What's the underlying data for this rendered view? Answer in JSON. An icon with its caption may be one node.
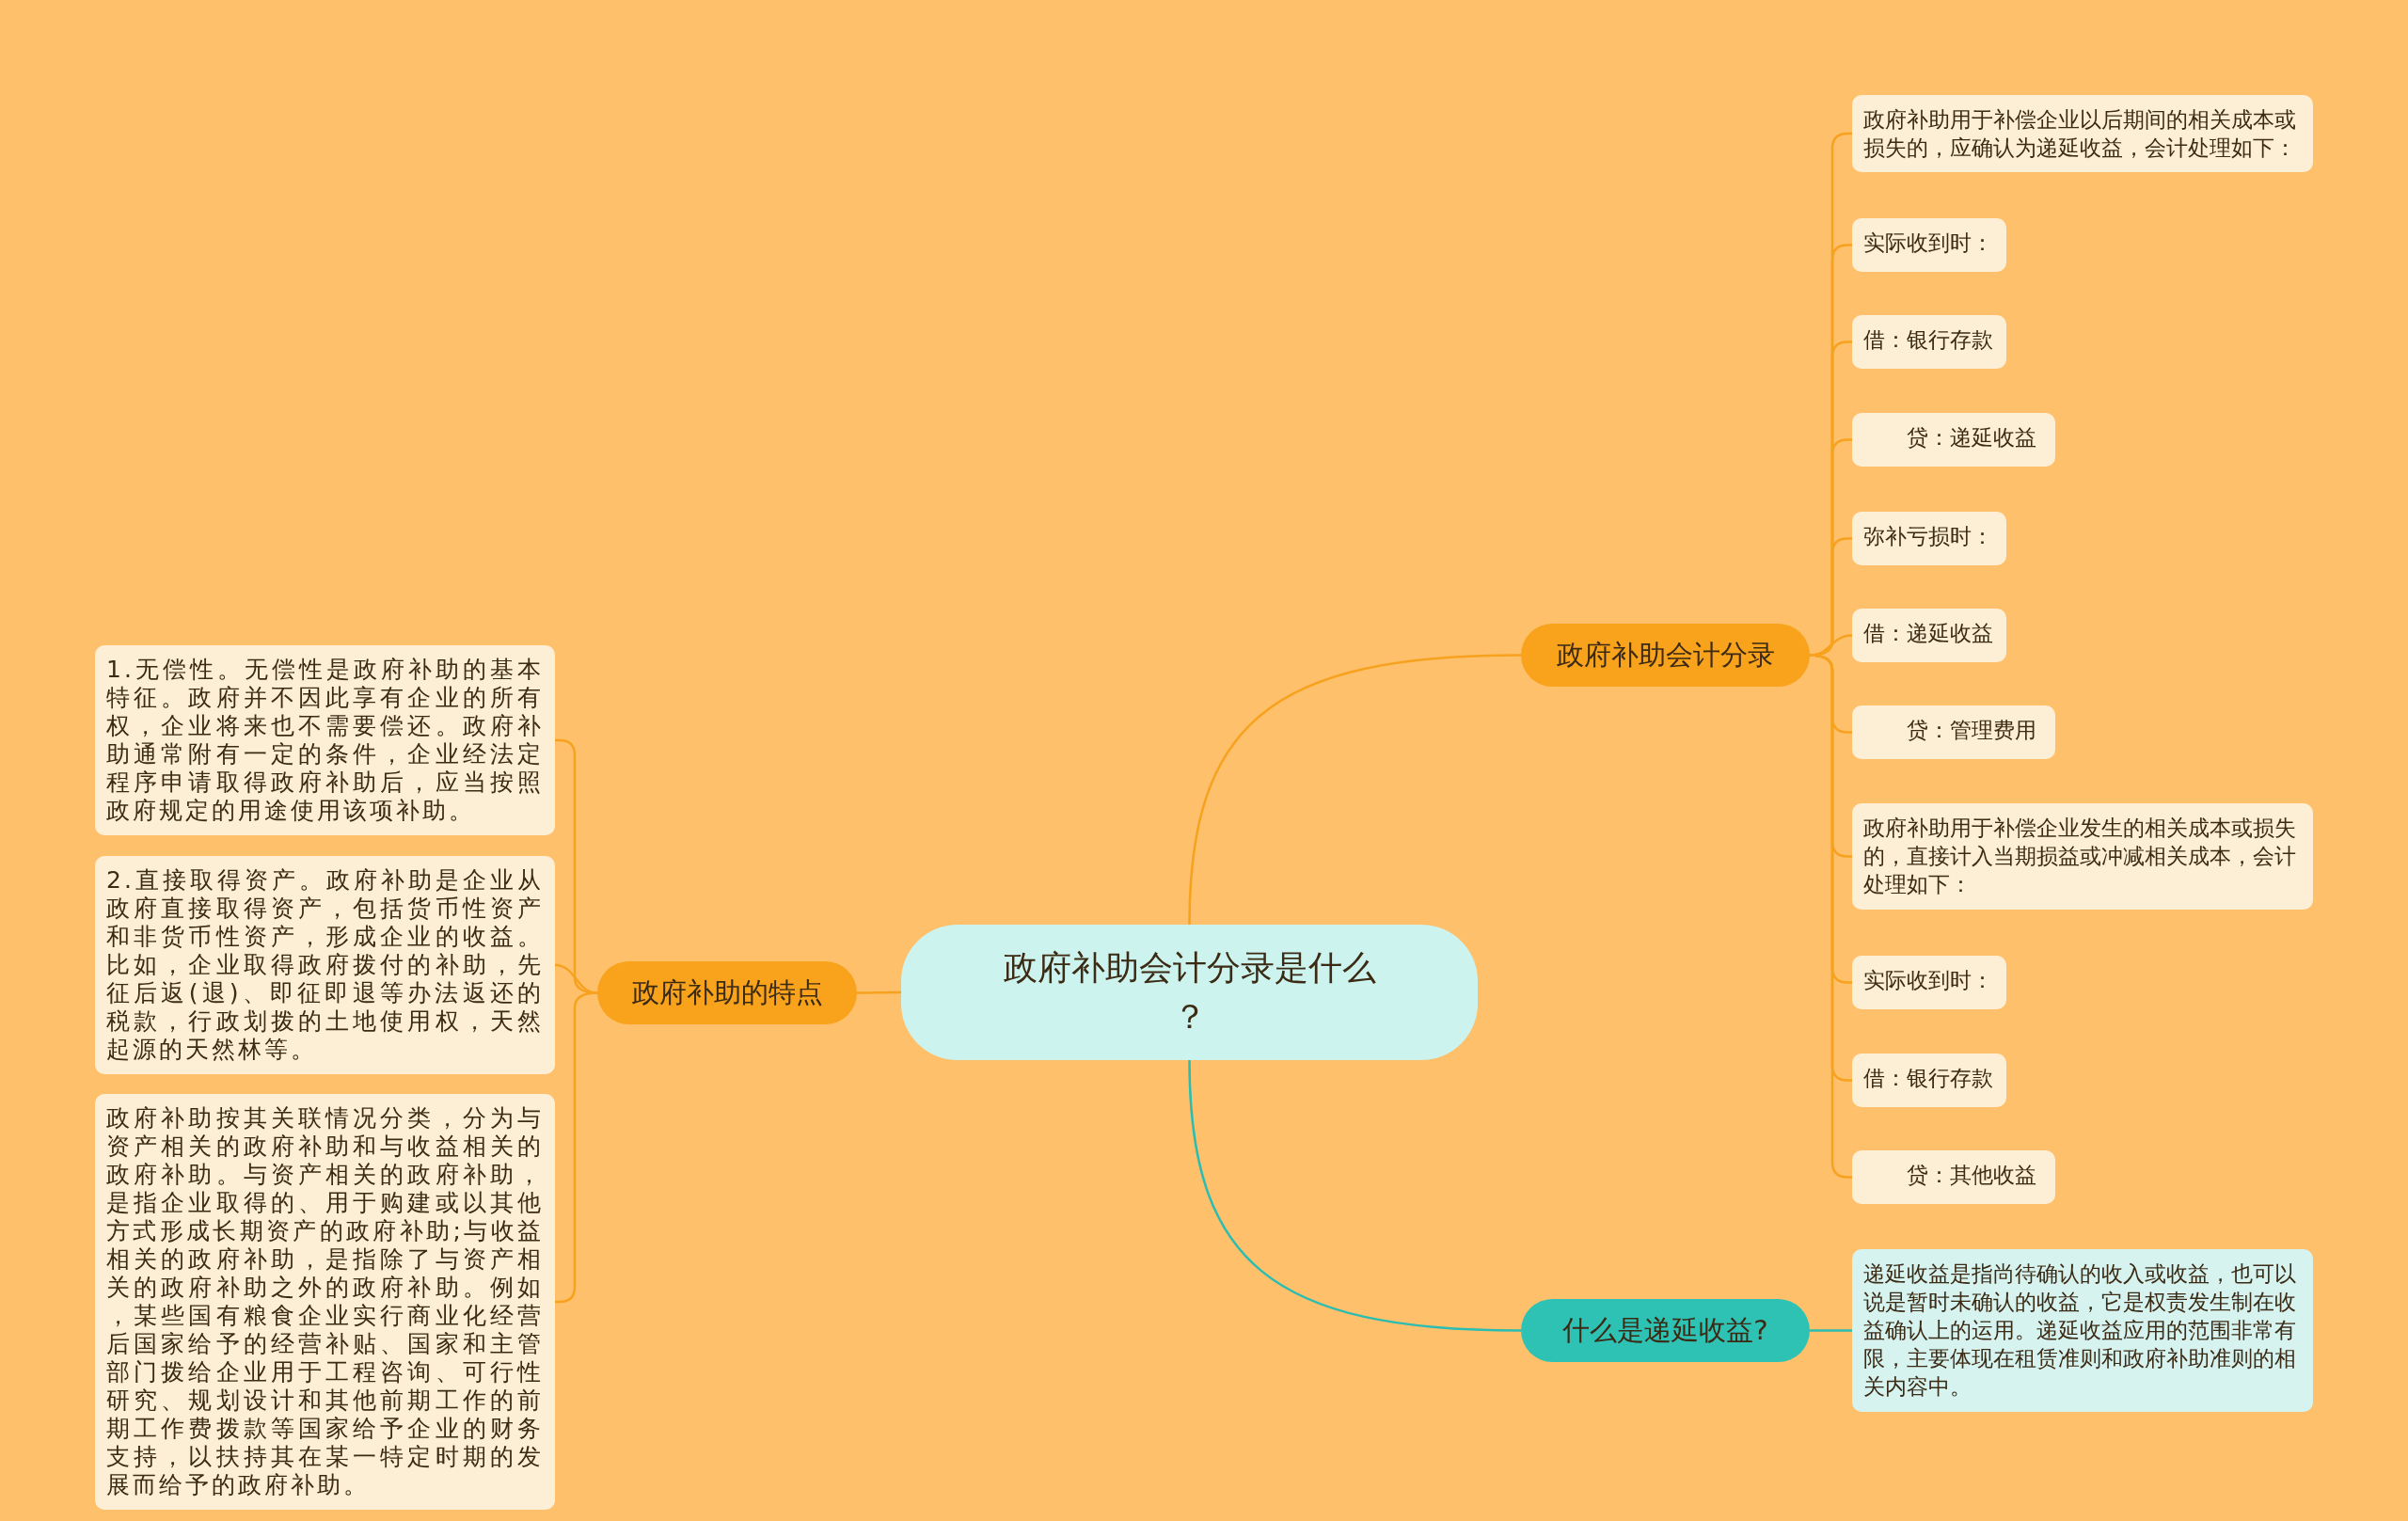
{
  "diagram": {
    "nodes": [
      {
        "text": [
          "政府补助会计分录是什么？"
        ]
      },
      {
        "text": [
          "政府补助会计分录"
        ]
      },
      {
        "text": [
          "政府补助用于补偿企业以后期间的相关成本或损失的，应确认为递延收益，会计处理如下："
        ]
      },
      {
        "text": [
          "实际收到时："
        ]
      },
      {
        "text": [
          "借：银行存款"
        ]
      },
      {
        "text": [
          "贷：递延收益"
        ]
      },
      {
        "text": [
          "弥补亏损时："
        ]
      },
      {
        "text": [
          "借：递延收益"
        ]
      },
      {
        "text": [
          "贷：管理费用"
        ]
      },
      {
        "text": [
          "政府补助用于补偿企业发生的相关成本或损失的，直接计入当期损益或冲减相关成本，会计处理如下："
        ]
      },
      {
        "text": [
          "实际收到时："
        ]
      },
      {
        "text": [
          "借：银行存款"
        ]
      },
      {
        "text": [
          "贷：其他收益"
        ]
      },
      {
        "text": [
          "政府补助的特点"
        ]
      },
      {
        "text": [
          "1.无偿性。无偿性是政府补助的基本特征。政府并不因此享有企业的所有权，企业将来也不需要偿还。政府补助通常附有一定的条件，企业经法定程序申请取得政府补助后，应当按照政府规定的用途使用该项补助。"
        ]
      },
      {
        "text": [
          "2.直接取得资产。政府补助是企业从政府直接取得资产，包括货币性资产和非货币性资产，形成企业的收益。比如，企业取得政府拨付的补助，先征后返(退)、即征即退等办法返还的税款，行政划拨的土地使用权，天然起源的天然林等。"
        ]
      },
      {
        "text": [
          "政府补助按其关联情况分类，分为与资产相关的政府补助和与收益相关的政府补助。与资产相关的政府补助，是指企业取得的、用于购建或以其他方式形成长期资产的政府补助;与收益相关的政府补助，是指除了与资产相关的政府补助之外的政府补助。例如，某些国有粮食企业实行商业化经营后国家给予的经营补贴、国家和主管部门拨给企业用于工程咨询、可行性研究、规划设计和其他前期工作的前期工作费拨款等国家给予企业的财务支持，以扶持其在某一特定时期的发展而给予的政府补助。"
        ]
      },
      {
        "text": [
          "什么是递延收益?"
        ]
      },
      {
        "text": [
          "递延收益是指尚待确认的收入或收益，也可以说是暂时未确认的收益，它是权责发生制在收益确认上的运用。递延收益应用的范围非常有限，主要体现在租赁准则和政府补助准则的相关内容中。"
        ]
      }
    ],
    "edges": [
      {
        "from": 0,
        "to": 1,
        "arrow": "none"
      },
      {
        "from": 1,
        "to": 2,
        "arrow": "none"
      },
      {
        "from": 1,
        "to": 3,
        "arrow": "none"
      },
      {
        "from": 1,
        "to": 4,
        "arrow": "none"
      },
      {
        "from": 1,
        "to": 5,
        "arrow": "none"
      },
      {
        "from": 1,
        "to": 6,
        "arrow": "none"
      },
      {
        "from": 1,
        "to": 7,
        "arrow": "none"
      },
      {
        "from": 1,
        "to": 8,
        "arrow": "none"
      },
      {
        "from": 1,
        "to": 9,
        "arrow": "none"
      },
      {
        "from": 1,
        "to": 10,
        "arrow": "none"
      },
      {
        "from": 1,
        "to": 11,
        "arrow": "none"
      },
      {
        "from": 1,
        "to": 12,
        "arrow": "none"
      },
      {
        "from": 0,
        "to": 13,
        "arrow": "none"
      },
      {
        "from": 13,
        "to": 14,
        "arrow": "none"
      },
      {
        "from": 13,
        "to": 15,
        "arrow": "none"
      },
      {
        "from": 13,
        "to": 16,
        "arrow": "none"
      },
      {
        "from": 0,
        "to": 17,
        "arrow": "none",
        "color": "#2bbdb1"
      },
      {
        "from": 17,
        "to": 18,
        "arrow": "none",
        "color": "#2bbdb1"
      }
    ]
  }
}
